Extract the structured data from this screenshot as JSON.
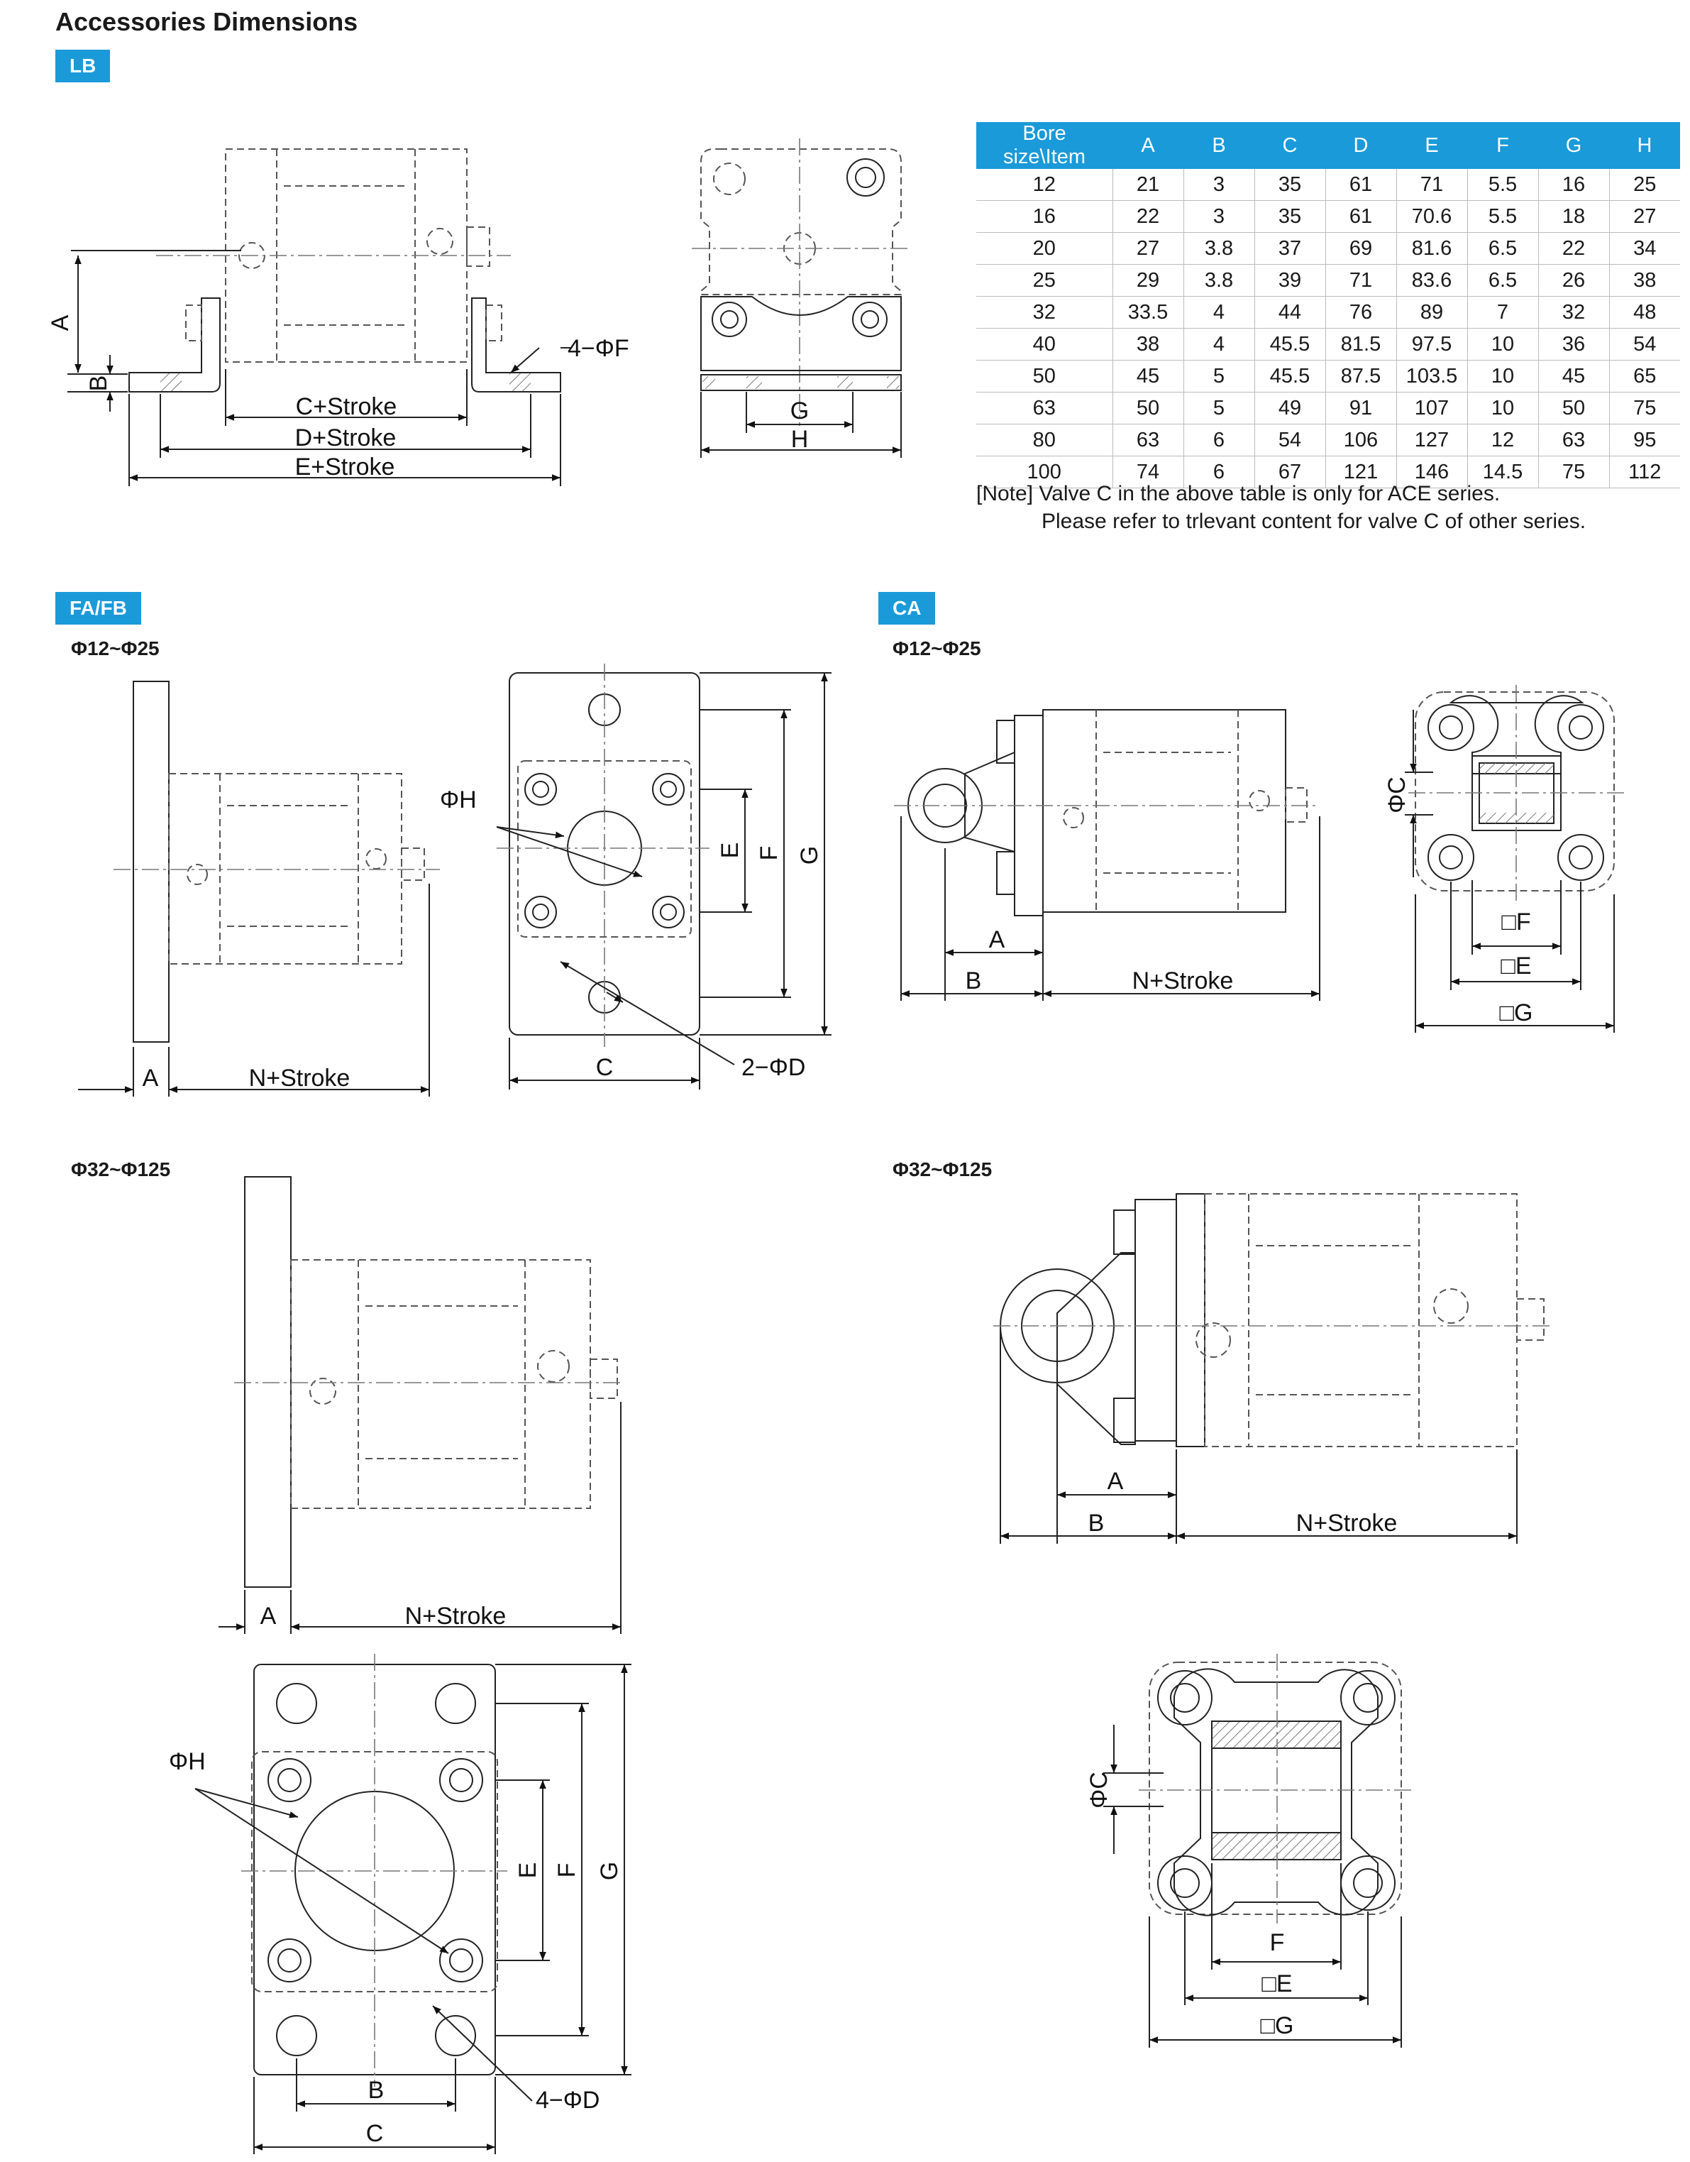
{
  "title": "Accessories Dimensions",
  "tags": {
    "lb": "LB",
    "fafb": "FA/FB",
    "ca": "CA"
  },
  "ranges": {
    "small": "Φ12~Φ25",
    "large": "Φ32~Φ125"
  },
  "table": {
    "headers": [
      "Bore size\\Item",
      "A",
      "B",
      "C",
      "D",
      "E",
      "F",
      "G",
      "H"
    ],
    "rows": [
      [
        "12",
        "21",
        "3",
        "35",
        "61",
        "71",
        "5.5",
        "16",
        "25"
      ],
      [
        "16",
        "22",
        "3",
        "35",
        "61",
        "70.6",
        "5.5",
        "18",
        "27"
      ],
      [
        "20",
        "27",
        "3.8",
        "37",
        "69",
        "81.6",
        "6.5",
        "22",
        "34"
      ],
      [
        "25",
        "29",
        "3.8",
        "39",
        "71",
        "83.6",
        "6.5",
        "26",
        "38"
      ],
      [
        "32",
        "33.5",
        "4",
        "44",
        "76",
        "89",
        "7",
        "32",
        "48"
      ],
      [
        "40",
        "38",
        "4",
        "45.5",
        "81.5",
        "97.5",
        "10",
        "36",
        "54"
      ],
      [
        "50",
        "45",
        "5",
        "45.5",
        "87.5",
        "103.5",
        "10",
        "45",
        "65"
      ],
      [
        "63",
        "50",
        "5",
        "49",
        "91",
        "107",
        "10",
        "50",
        "75"
      ],
      [
        "80",
        "63",
        "6",
        "54",
        "106",
        "127",
        "12",
        "63",
        "95"
      ],
      [
        "100",
        "74",
        "6",
        "67",
        "121",
        "146",
        "14.5",
        "75",
        "112"
      ]
    ]
  },
  "note": {
    "line1": "[Note] Valve C in the above table is only for ACE series.",
    "line2": "Please refer to trlevant content for valve C of other series."
  },
  "labels": {
    "a": "A",
    "b": "B",
    "c": "C",
    "e": "E",
    "f": "F",
    "g": "G",
    "h": "H",
    "c_stroke": "C+Stroke",
    "d_stroke": "D+Stroke",
    "e_stroke": "E+Stroke",
    "n_stroke": "N+Stroke",
    "phi_f_4": "4−ΦF",
    "phi_h": "ΦH",
    "phi_d_2": "2−ΦD",
    "phi_d_4": "4−ΦD",
    "phi_c": "ΦC",
    "sq_e": "□E",
    "sq_f": "□F",
    "sq_g": "□G"
  }
}
